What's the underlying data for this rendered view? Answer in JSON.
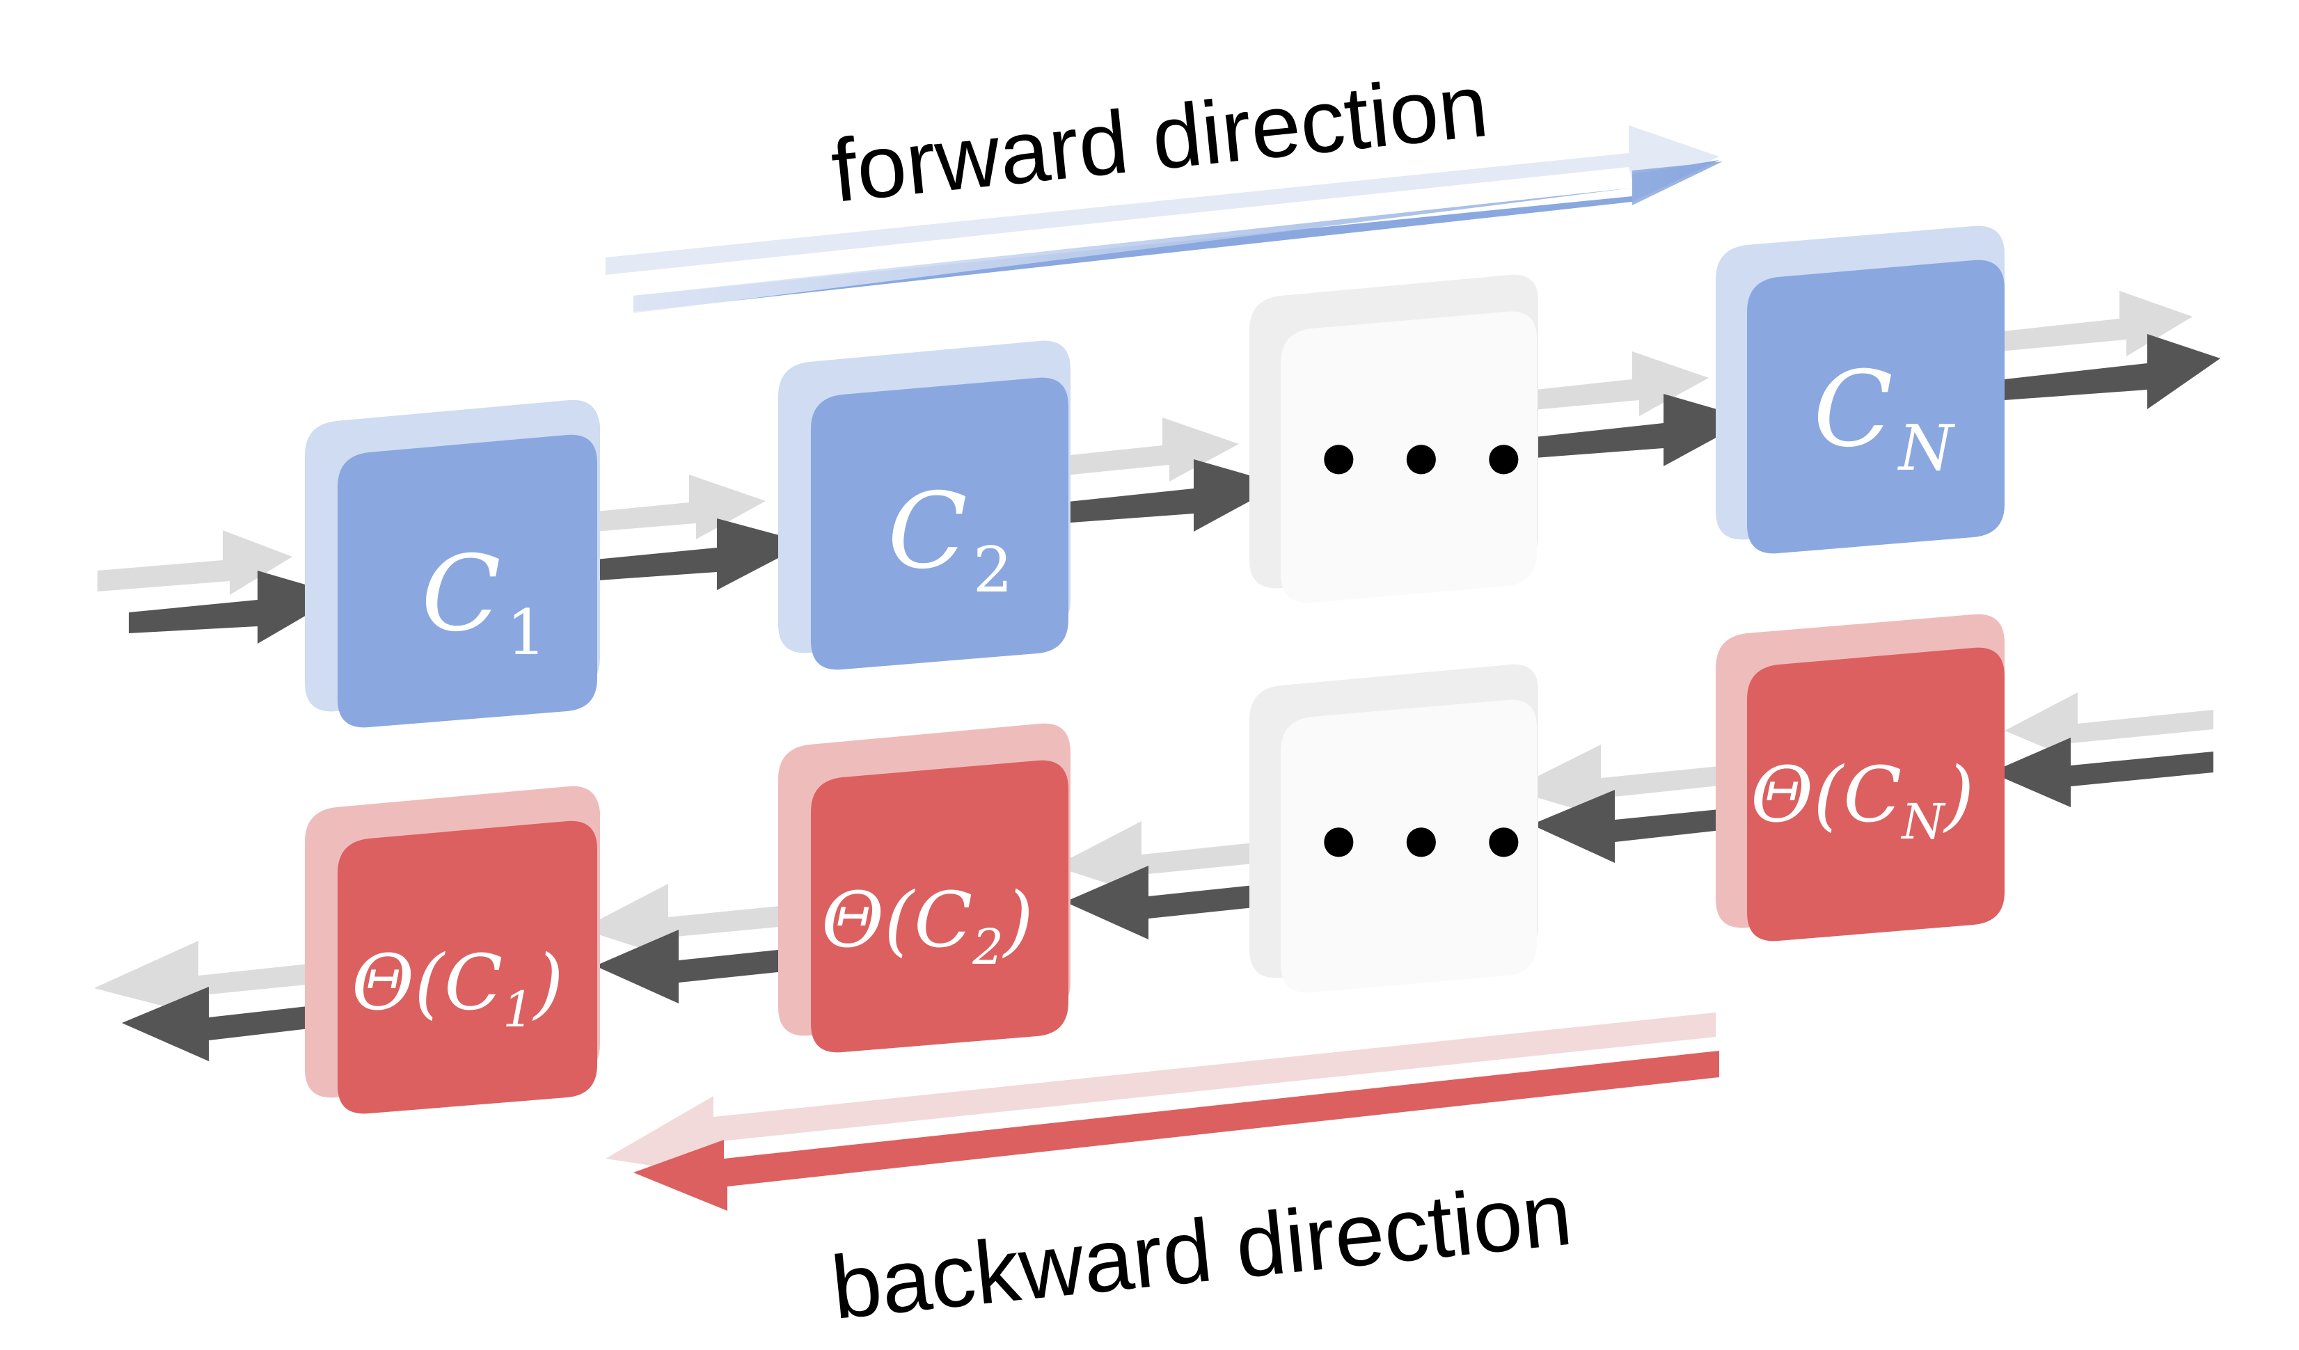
{
  "forward_label": "forward direction",
  "backward_label": "backward direction",
  "forward_chain": [
    {
      "script": "C",
      "subscript": "1"
    },
    {
      "script": "C",
      "subscript": "2"
    },
    {
      "ellipsis": "• • •"
    },
    {
      "script": "C",
      "subscript": "N"
    }
  ],
  "backward_chain": [
    {
      "prefix": "Θ(",
      "script": "C",
      "subscript": "1",
      "suffix": ")"
    },
    {
      "prefix": "Θ(",
      "script": "C",
      "subscript": "2",
      "suffix": ")"
    },
    {
      "ellipsis": "• • •"
    },
    {
      "prefix": "Θ(",
      "script": "C",
      "subscript": "N",
      "suffix": ")"
    }
  ],
  "colors": {
    "forward_box": "#8aa8df",
    "forward_box_edge": "#cfdcf2",
    "backward_box": "#dc6060",
    "backward_box_edge": "#efbcbc",
    "connector_arrow": "#555555",
    "connector_shadow": "#d9d9d9",
    "forward_arrow": "#8aa8df",
    "backward_arrow": "#dc6060"
  }
}
